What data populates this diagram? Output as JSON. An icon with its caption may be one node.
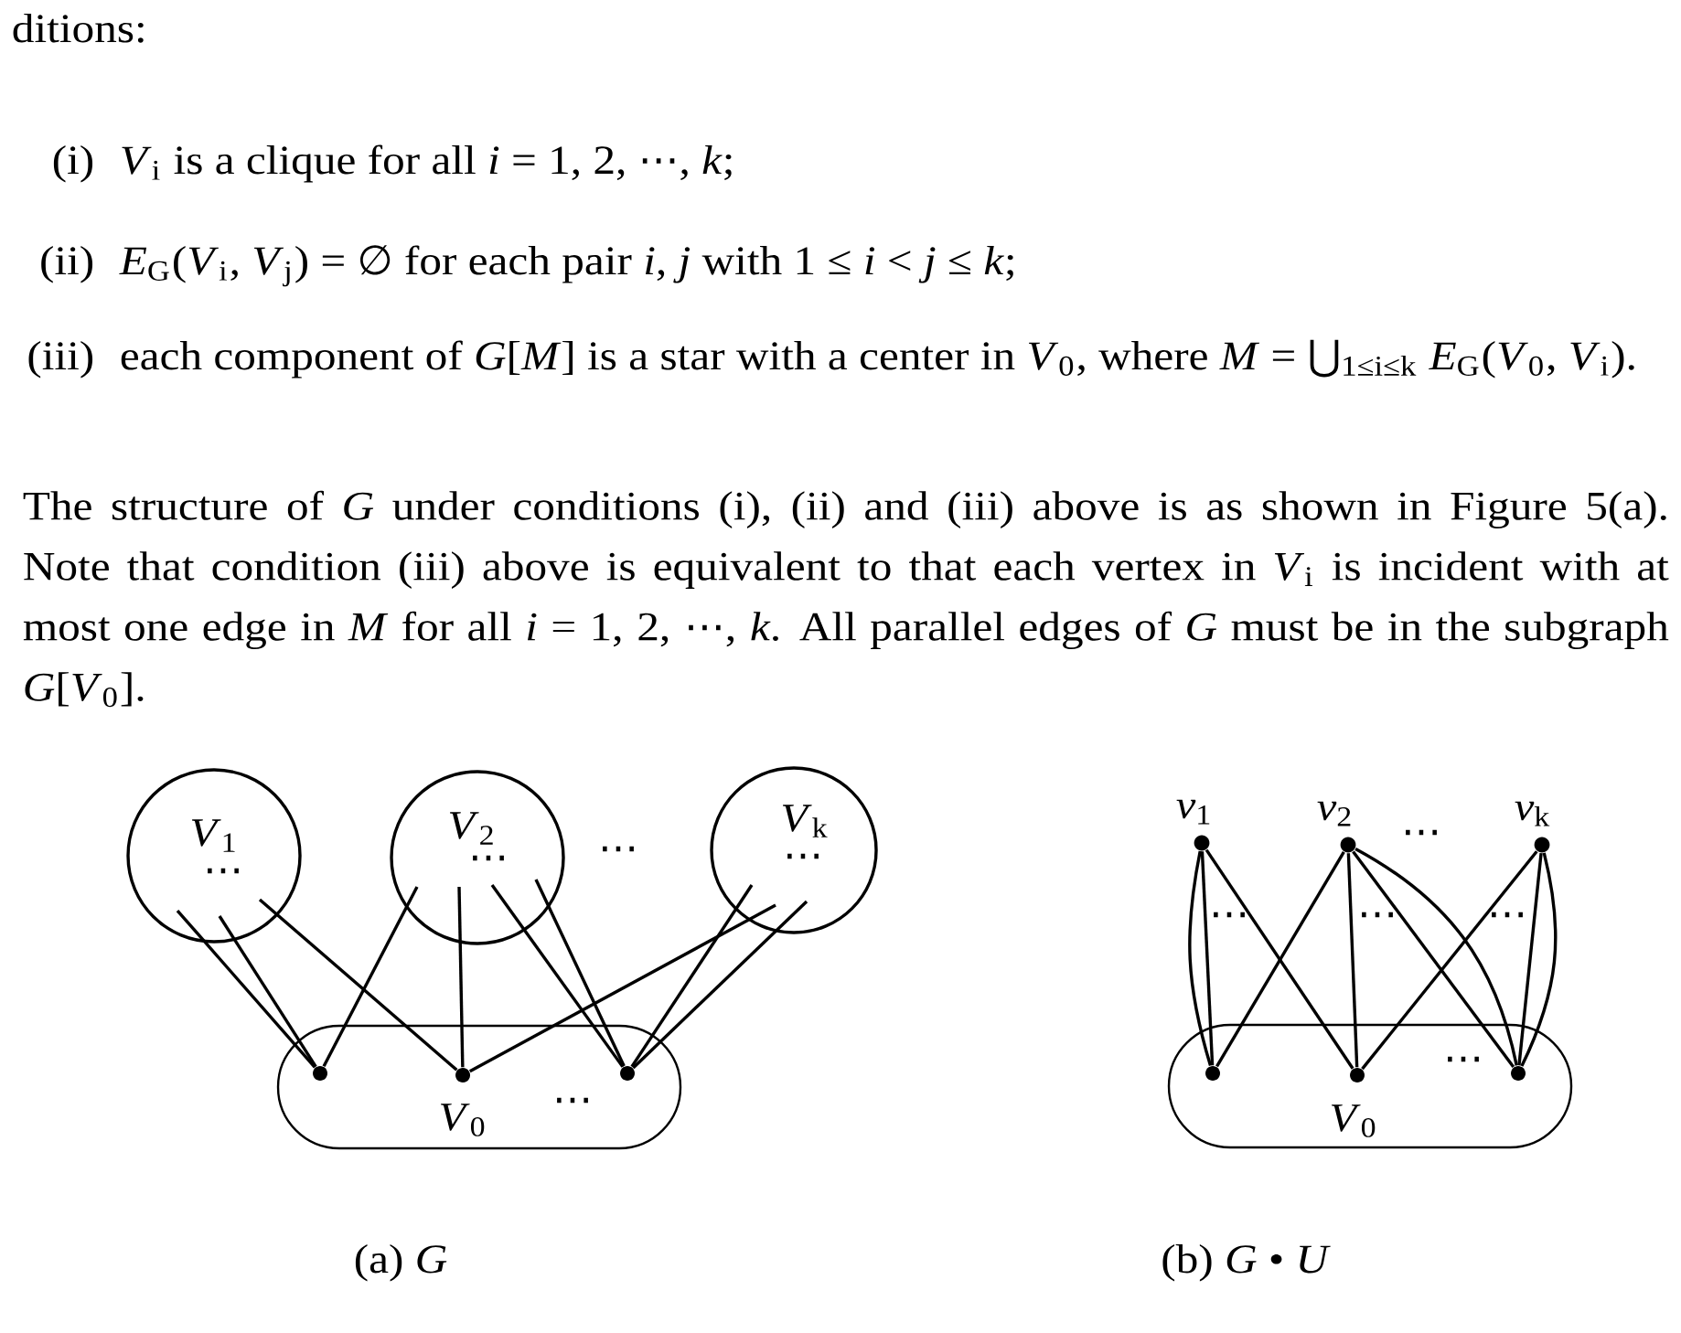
{
  "diagram": {
    "nodes": [
      {
        "text": [
          "*V*$_{1}$",
          "⋯"
        ]
      },
      {
        "text": [
          "*V*$_{2}$",
          "⋯"
        ]
      },
      {
        "text": [
          "*V*$_{k}$",
          "⋯"
        ]
      },
      {
        "text": [
          "*V*$_{0}$",
          "⋯"
        ]
      },
      {
        "text": [],
        "shape": "circle",
        "in": 3
      },
      {
        "text": [],
        "shape": "circle",
        "in": 3
      },
      {
        "text": [],
        "shape": "circle",
        "in": 3
      },
      {
        "text": [
          "*v*$_{1}$"
        ]
      },
      {
        "text": [
          "*v*$_{2}$"
        ]
      },
      {
        "text": [
          "*v*$_{k}$"
        ]
      },
      {
        "text": [
          "*V*$_{0}$",
          "⋯"
        ]
      },
      {
        "text": [],
        "shape": "circle",
        "in": 10
      },
      {
        "text": [],
        "shape": "circle",
        "in": 10
      },
      {
        "text": [],
        "shape": "circle",
        "in": 10
      }
    ],
    "edges": [
      {
        "from": 0,
        "to": 4,
        "arrow": "none"
      },
      {
        "from": 0,
        "to": 4,
        "arrow": "none"
      },
      {
        "from": 0,
        "to": 5,
        "arrow": "none"
      },
      {
        "from": 1,
        "to": 4,
        "arrow": "none"
      },
      {
        "from": 1,
        "to": 5,
        "arrow": "none"
      },
      {
        "from": 1,
        "to": 6,
        "arrow": "none"
      },
      {
        "from": 1,
        "to": 6,
        "arrow": "none"
      },
      {
        "from": 2,
        "to": 6,
        "arrow": "none"
      },
      {
        "from": 2,
        "to": 5,
        "arrow": "none"
      },
      {
        "from": 2,
        "to": 6,
        "arrow": "none"
      },
      {
        "from": 7,
        "to": 11,
        "arrow": "none"
      },
      {
        "from": 7,
        "to": 11,
        "arrow": "none"
      },
      {
        "from": 7,
        "to": 12,
        "arrow": "none"
      },
      {
        "from": 8,
        "to": 11,
        "arrow": "none"
      },
      {
        "from": 8,
        "to": 12,
        "arrow": "none"
      },
      {
        "from": 8,
        "to": 13,
        "arrow": "none"
      },
      {
        "from": 8,
        "to": 13,
        "arrow": "none"
      },
      {
        "from": 9,
        "to": 12,
        "arrow": "none"
      },
      {
        "from": 9,
        "to": 13,
        "arrow": "none"
      },
      {
        "from": 9,
        "to": 13,
        "arrow": "none"
      }
    ],
    "labels": [
      "ditions:",
      "(i)",
      "*V*$_{i}$ is a clique for all *i* = 1, 2, ⋯, *k*;",
      "(ii)",
      "*E*$_{G}$(*V*$_{i}$, *V*$_{j}$) = ∅ for each pair *i*, *j* with 1 ≤ *i* < *j* ≤ *k*;",
      "(iii)",
      "each component of *G*[*M*] is a star with a center in *V*$_{0}$, where *M* = ⋃$_{1≤i≤k}$ *E*$_{G}$(*V*$_{0}$, *V*$_{i}$).",
      "The structure of *G* under conditions (i), (ii) and (iii) above is as shown in Figure 5(a). Note that condition (iii) above is equivalent to that each vertex in *V*$_{i}$ is incident with at most one edge in *M* for all *i* = 1, 2, ⋯, *k*. All parallel edges of *G* must be in the subgraph *G*[*V*$_{0}$].",
      "⋯",
      "⋯",
      "⋯",
      "⋯",
      "⋯",
      "(a) *G*",
      "(b) *G* • *U*"
    ]
  }
}
